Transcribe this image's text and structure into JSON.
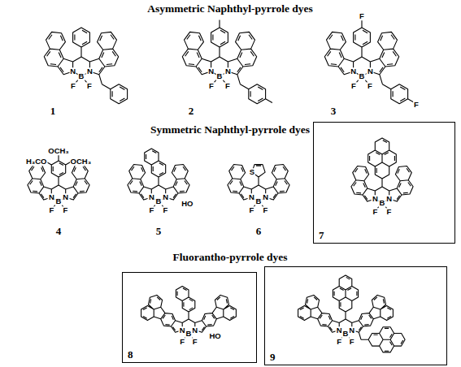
{
  "diagram": {
    "nodes": [
      {
        "text": [
          "7"
        ]
      },
      {
        "text": [
          "8"
        ]
      },
      {
        "text": [
          "9"
        ]
      }
    ],
    "labels": [
      "Asymmetric Naphthyl-pyrrole dyes",
      "N",
      "N",
      "B",
      "F",
      "F",
      "1",
      "N",
      "N",
      "B",
      "F",
      "F",
      "2",
      "F",
      "N",
      "N",
      "B",
      "F",
      "F",
      "F",
      "3",
      "Symmetric Naphthyl-pyrrole dyes",
      "OCH₃",
      "OCH₃",
      "H₃CO",
      "N",
      "N",
      "B",
      "F",
      "F",
      "4",
      "N",
      "N",
      "B",
      "F",
      "F",
      "HO",
      "5",
      "S",
      "N",
      "N",
      "B",
      "F",
      "F",
      "6",
      "N",
      "N",
      "B",
      "F",
      "F",
      "Fluorantho-pyrrole dyes",
      "N",
      "N",
      "B",
      "F",
      "F",
      "HO",
      "N",
      "N",
      "B",
      "F",
      "F"
    ]
  }
}
